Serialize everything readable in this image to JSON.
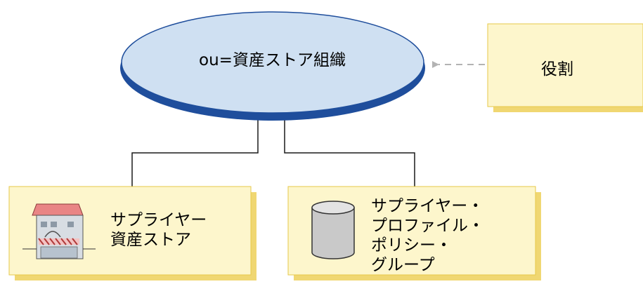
{
  "org_node": {
    "label": "ou=資産ストア組織"
  },
  "role_node": {
    "label": "役割"
  },
  "asset_store_node": {
    "lines": [
      "サプライヤー",
      "資産ストア"
    ]
  },
  "policy_node": {
    "lines": [
      "サプライヤー・",
      "プロファイル・",
      "ポリシー・",
      "グループ"
    ]
  },
  "colors": {
    "ellipse_fill": "#cfe0f2",
    "ellipse_edge": "#1f4e9c",
    "box_fill": "#fdf6cc",
    "box_shadow": "#f0d772",
    "connector": "#1a1a1a",
    "dashed_arrow": "#b3b3b3"
  },
  "icons": {
    "asset_store": "storefront-icon",
    "policy": "database-cylinder-icon"
  }
}
